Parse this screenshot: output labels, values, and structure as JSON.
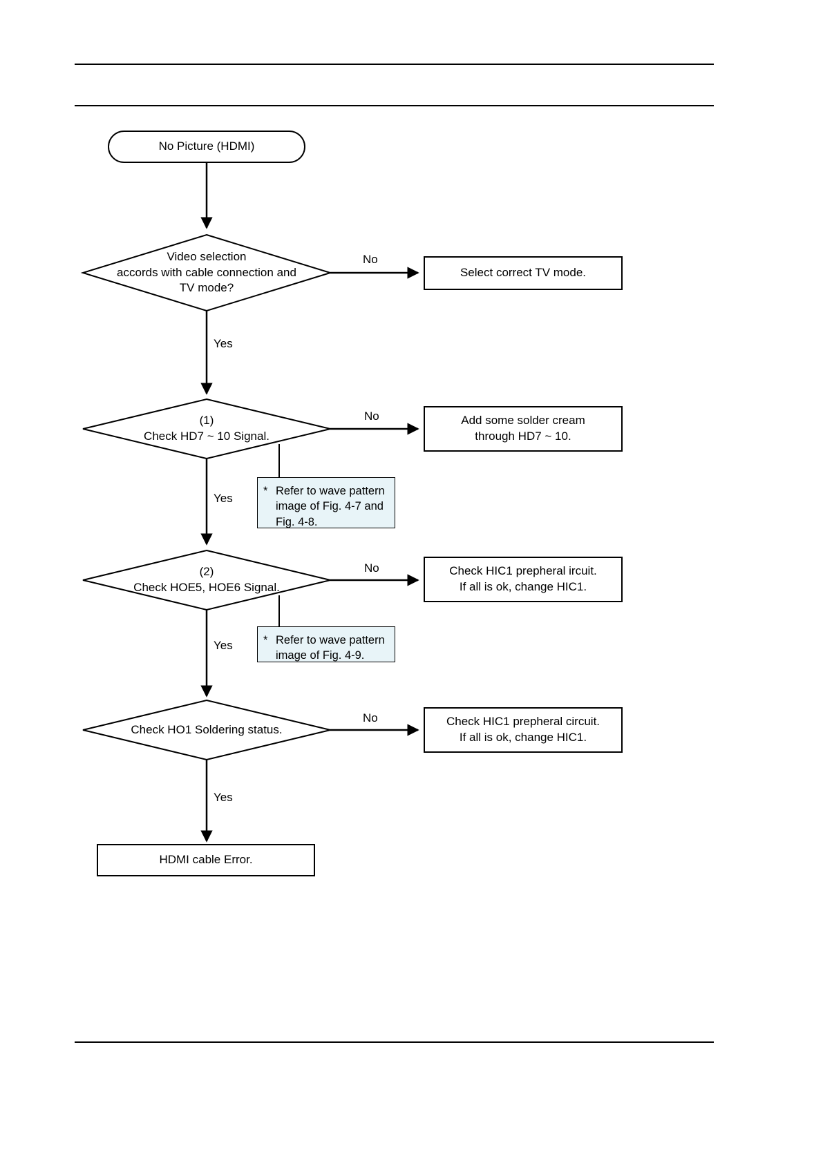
{
  "page": {
    "title": "No Picture (HDMI) troubleshooting flowchart",
    "background_color": "#ffffff",
    "line_color": "#000000",
    "note_fill_color": "#e8f4f8"
  },
  "rules": {
    "top_rule_label": "header-rule",
    "second_rule_label": "header-rule-2",
    "bottom_rule_label": "footer-rule"
  },
  "chart_data": {
    "type": "flowchart",
    "title": "No Picture (HDMI)",
    "nodes": [
      {
        "id": "start",
        "shape": "terminal",
        "text": "No Picture (HDMI)"
      },
      {
        "id": "d1",
        "shape": "decision",
        "text": "Video selection\naccords with cable connection and\nTV mode?"
      },
      {
        "id": "a1",
        "shape": "process",
        "text": "Select correct TV mode."
      },
      {
        "id": "d2",
        "shape": "decision",
        "text": "(1)\nCheck HD7 ~ 10 Signal."
      },
      {
        "id": "a2",
        "shape": "process",
        "text": "Add some solder cream\nthrough HD7 ~ 10."
      },
      {
        "id": "n1",
        "shape": "note",
        "marker": "*",
        "text": "Refer to wave pattern\nimage of Fig. 4-7 and\nFig. 4-8."
      },
      {
        "id": "d3",
        "shape": "decision",
        "text": "(2)\nCheck HOE5, HOE6 Signal."
      },
      {
        "id": "a3",
        "shape": "process",
        "text": "Check HIC1 prepheral ircuit.\nIf all is ok, change HIC1."
      },
      {
        "id": "n2",
        "shape": "note",
        "marker": "*",
        "text": "Refer to wave pattern\nimage of Fig. 4-9."
      },
      {
        "id": "d4",
        "shape": "decision",
        "text": "Check HO1 Soldering status."
      },
      {
        "id": "a4",
        "shape": "process",
        "text": "Check HIC1 prepheral circuit.\nIf all is ok, change HIC1."
      },
      {
        "id": "end",
        "shape": "process",
        "text": "HDMI cable Error."
      }
    ],
    "edges": [
      {
        "from": "start",
        "to": "d1",
        "label": ""
      },
      {
        "from": "d1",
        "to": "a1",
        "label": "No"
      },
      {
        "from": "d1",
        "to": "d2",
        "label": "Yes"
      },
      {
        "from": "d2",
        "to": "a2",
        "label": "No"
      },
      {
        "from": "d2",
        "to": "n1",
        "label": ""
      },
      {
        "from": "d2",
        "to": "d3",
        "label": "Yes"
      },
      {
        "from": "d3",
        "to": "a3",
        "label": "No"
      },
      {
        "from": "d3",
        "to": "n2",
        "label": ""
      },
      {
        "from": "d3",
        "to": "d4",
        "label": "Yes"
      },
      {
        "from": "d4",
        "to": "a4",
        "label": "No"
      },
      {
        "from": "d4",
        "to": "end",
        "label": "Yes"
      }
    ],
    "labels": {
      "yes": "Yes",
      "no": "No"
    }
  }
}
